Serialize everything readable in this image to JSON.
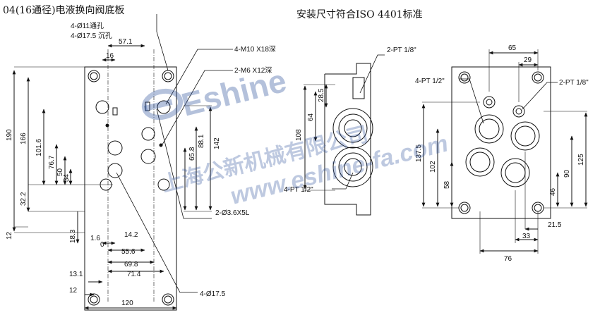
{
  "titles": {
    "left": "04(16通径)电液换向阀底板",
    "right": "安装尺寸符合ISO 4401标准"
  },
  "watermark": {
    "brand": "Eshine",
    "company": "上海公新机械有限公司",
    "url": "www.eshine-fa.com",
    "color": "#2a4f9a"
  },
  "left_view": {
    "notes": {
      "through_holes": "4-Ø11通孔",
      "counterbore": "4-Ø17.5 沉孔",
      "thread_m10": "4-M10 X18深",
      "thread_m6": "2-M6 X12深",
      "pin_holes": "2-Ø3.6X5L",
      "ports": "4-Ø17.5"
    },
    "top_dims": [
      "57.1",
      "16"
    ],
    "left_dims": [
      "190",
      "166",
      "101.6",
      "76.7",
      "50",
      "34",
      "32.2",
      "12",
      "18.3"
    ],
    "right_dims": [
      "65.8",
      "88.1",
      "142"
    ],
    "bottom_dims": [
      "1.6",
      "14.2",
      "55.6",
      "69.8",
      "71.4",
      "13.1",
      "12",
      "120",
      "0"
    ]
  },
  "mid_view": {
    "notes": {
      "gauge_top": "2-PT 1/8\"",
      "port_bottom": "4-PT 1/2\""
    },
    "dims": [
      "108",
      "64",
      "28.5"
    ]
  },
  "right_view": {
    "notes": {
      "port_left": "4-PT 1/2\"",
      "gauge_right": "2-PT 1/8\""
    },
    "top_dims": [
      "65",
      "29"
    ],
    "left_dims": [
      "137.5",
      "102",
      "58"
    ],
    "right_dims": [
      "125",
      "90",
      "46"
    ],
    "bottom_dims": [
      "21.5",
      "33",
      "76"
    ]
  }
}
